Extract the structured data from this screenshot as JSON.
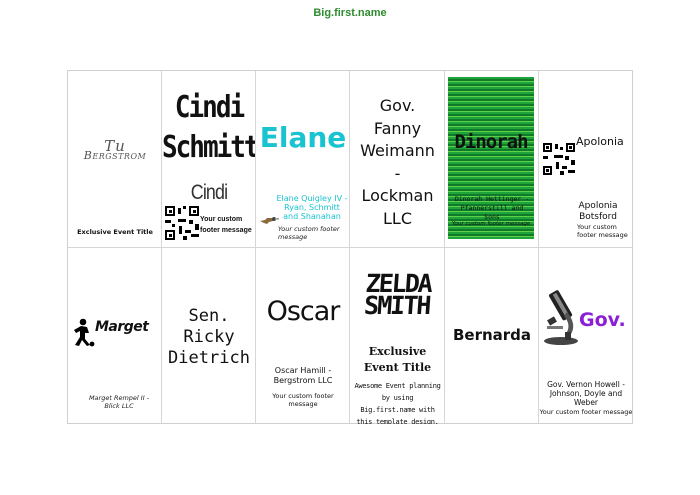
{
  "brand": "Big.first.name",
  "colors": {
    "accent": "#2e8b2e",
    "cyan": "#19c3d0",
    "purple": "#8a1fd6",
    "green": "#1fa43a",
    "grid": "#d6d6d6"
  },
  "cards": {
    "tu": {
      "name_line1": "Tu",
      "name_line2": "Bergstrom",
      "title": "Exclusive Event Title"
    },
    "cindi": {
      "name_line1": "Cindi",
      "name_line2": "Schmitt",
      "first": "Cindi",
      "footer": "Your custom footer message"
    },
    "elane": {
      "name": "Elane",
      "company": "Elane Quigley IV - Ryan, Schmitt and Shanahan",
      "footer": "Your custom footer message"
    },
    "fanny": {
      "lines": [
        "Gov.",
        "Fanny",
        "Weimann",
        "-",
        "Lockman",
        "LLC"
      ]
    },
    "dinorah": {
      "name": "Dinorah",
      "company": "Dinorah Hettinger - Pfannerstill and Sons",
      "footer": "Your custom footer message"
    },
    "apolonia": {
      "first": "Apolonia",
      "full_line1": "Apolonia",
      "full_line2": "Botsford",
      "footer": "Your custom footer message"
    },
    "marget": {
      "name": "Marget",
      "company": "Marget Rempel II - Blick LLC"
    },
    "ricky": {
      "lines": [
        "Sen.",
        "Ricky",
        "Dietrich"
      ]
    },
    "oscar": {
      "name": "Oscar",
      "company": "Oscar Hamill - Bergstrom LLC",
      "footer": "Your custom footer message"
    },
    "zelda": {
      "name_line1": "Zelda",
      "name_line2": "Smith",
      "title_line1": "Exclusive",
      "title_line2": "Event Title",
      "tag": "Awesome Event planning by using Big.first.name with this template design."
    },
    "bernarda": {
      "name": "Bernarda"
    },
    "vernon": {
      "prefix": "Gov.",
      "company": "Gov. Vernon Howell - Johnson, Doyle and Weber",
      "footer": "Your custom footer message"
    }
  }
}
